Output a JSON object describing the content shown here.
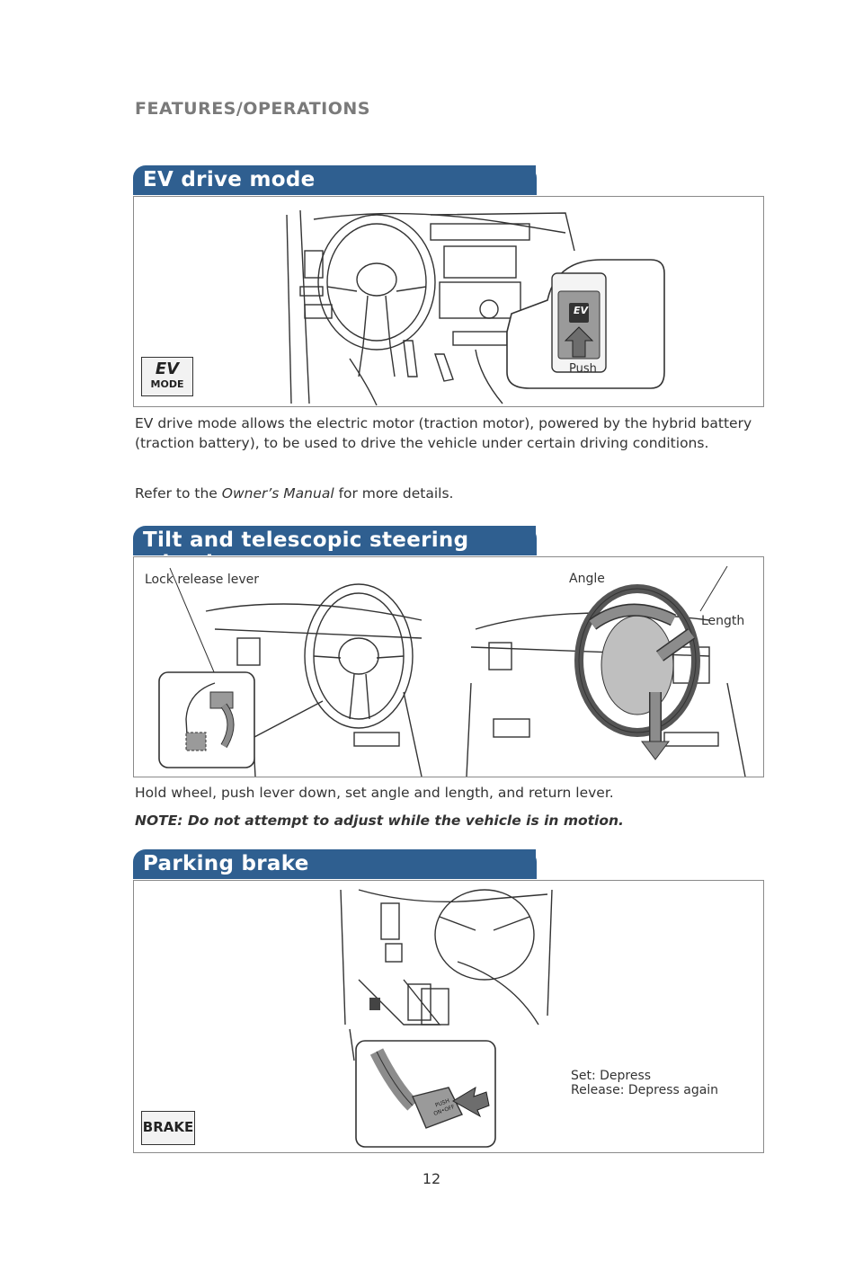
{
  "header": {
    "section": "FEATURES/OPERATIONS"
  },
  "ev": {
    "title": "EV drive mode",
    "push_label": "Push",
    "button_text": "EV",
    "badge_top": "EV",
    "badge_bottom": "MODE",
    "body": "EV drive mode allows the electric motor (traction motor), powered by the hybrid battery (traction battery), to be used to drive the vehicle under certain driving conditions.",
    "refer_prefix": "Refer to the ",
    "refer_manual": "Owner’s Manual",
    "refer_suffix": " for more details."
  },
  "tilt": {
    "title": "Tilt and telescopic steering wheel",
    "lock_label": "Lock release lever",
    "angle_label": "Angle",
    "length_label": "Length",
    "body": "Hold wheel, push lever down, set angle and length, and return lever.",
    "note": "NOTE: Do not attempt to adjust while the vehicle is in motion."
  },
  "brake": {
    "title": "Parking brake",
    "set_label": "Set: Depress",
    "release_label": "Release: Depress again",
    "badge": "BRAKE",
    "pedal_text_1": "PUSH",
    "pedal_text_2": "ON•OFF"
  },
  "footer": {
    "page_number": "12"
  }
}
